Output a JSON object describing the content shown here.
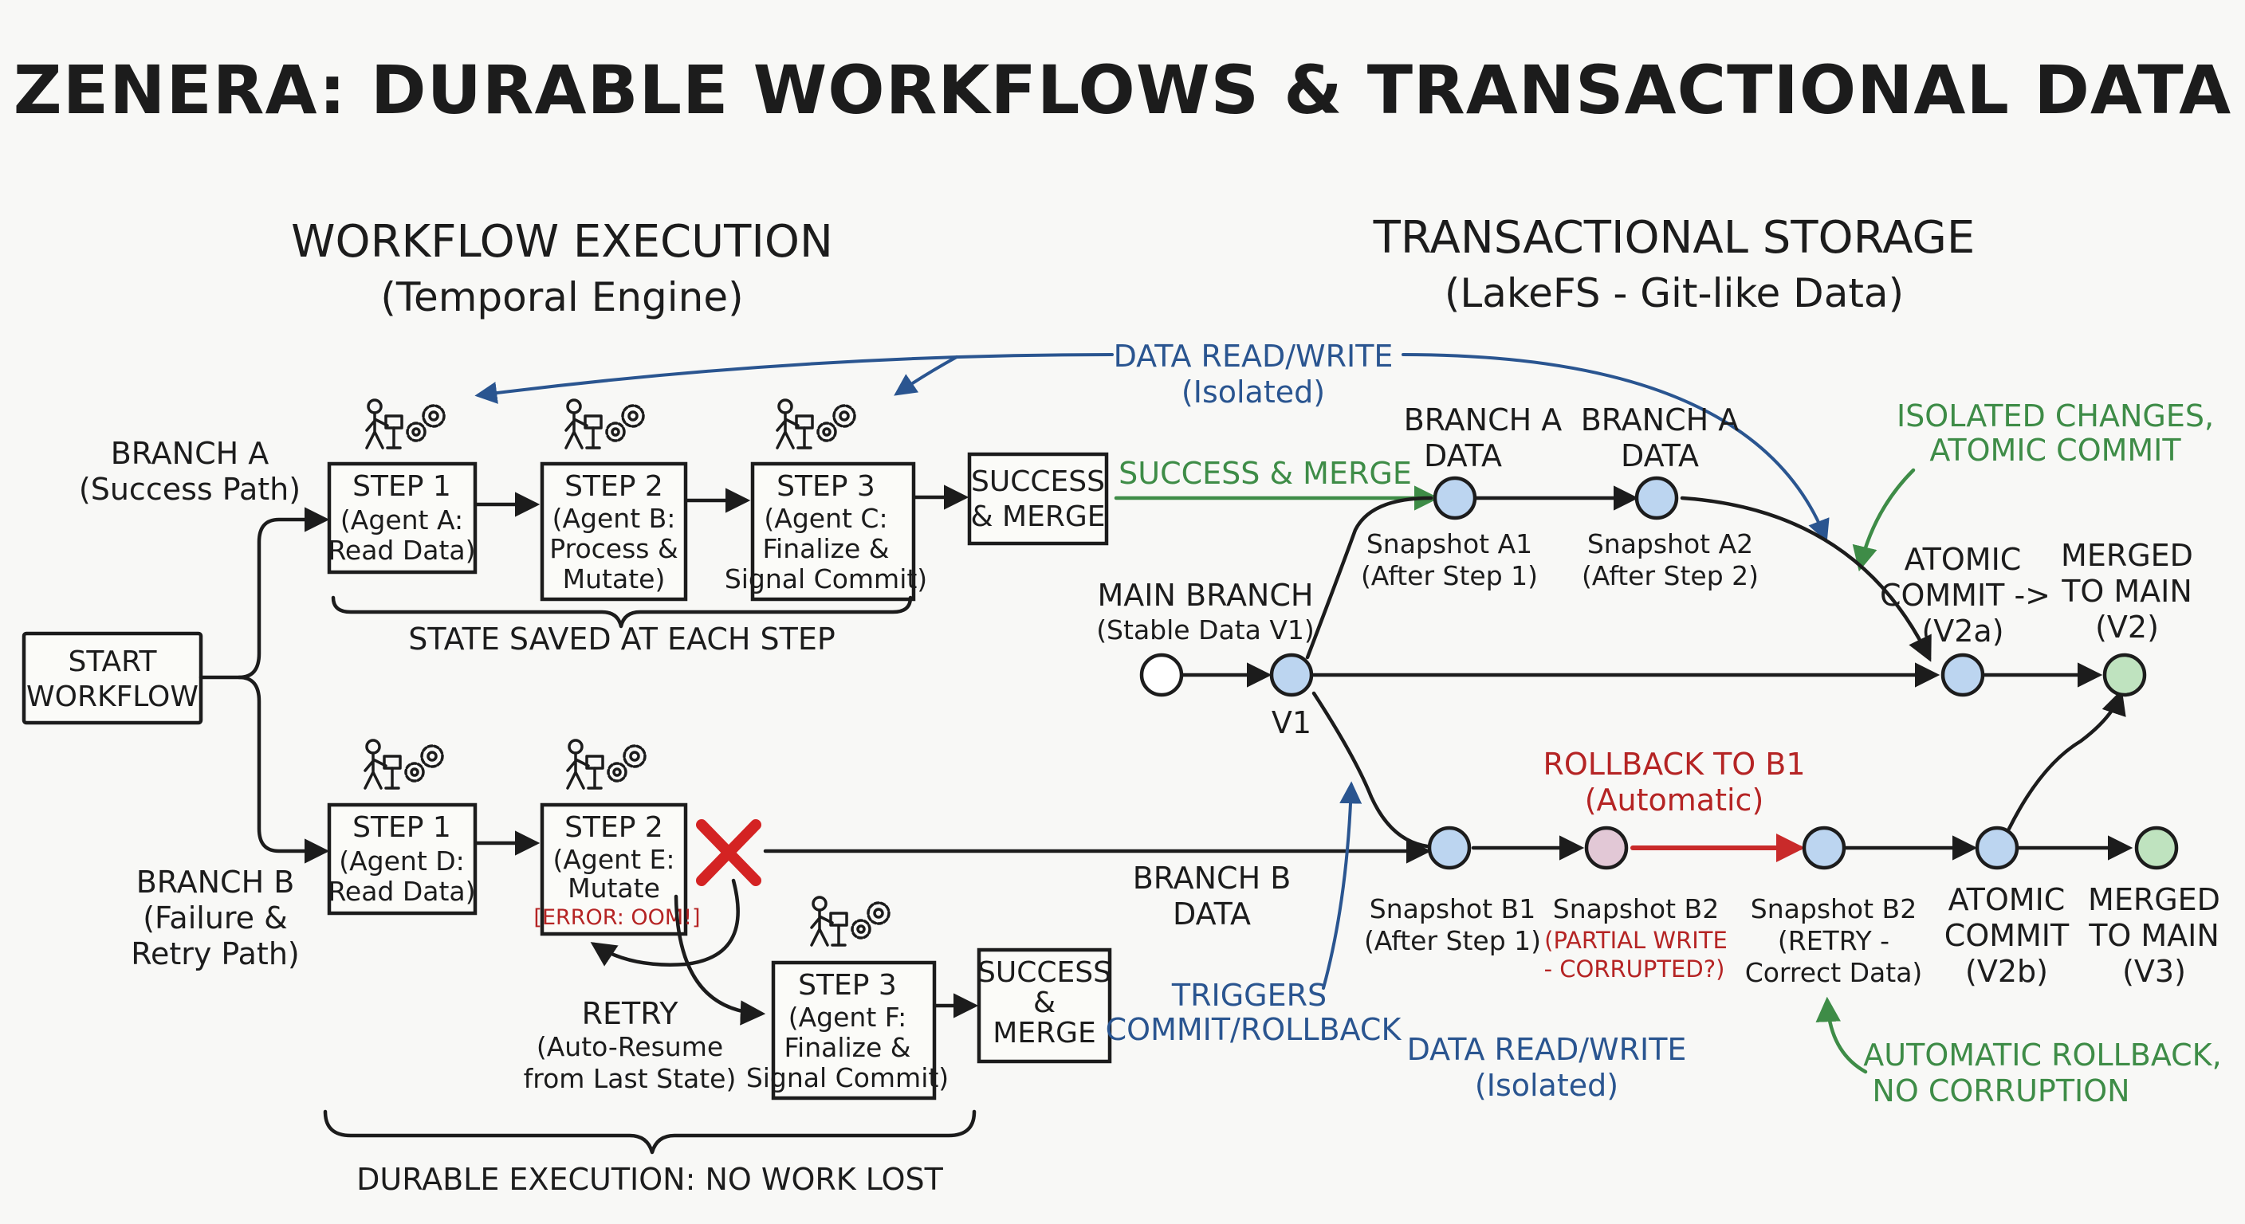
{
  "title": "ZENERA: DURABLE WORKFLOWS & TRANSACTIONAL DATA",
  "workflow": {
    "heading": "WORKFLOW EXECUTION",
    "subheading": "(Temporal Engine)",
    "start": [
      "START",
      "WORKFLOW"
    ],
    "branch_a": {
      "label": [
        "BRANCH A",
        "(Success Path)"
      ],
      "steps": [
        [
          "STEP 1",
          "(Agent A:",
          "Read Data)"
        ],
        [
          "STEP 2",
          "(Agent B:",
          "Process &",
          "Mutate)"
        ],
        [
          "STEP 3",
          "(Agent C:",
          "Finalize &",
          "Signal Commit)"
        ]
      ],
      "success": [
        "SUCCESS",
        "& MERGE"
      ],
      "brace_label": "STATE SAVED AT EACH STEP"
    },
    "branch_b": {
      "label": [
        "BRANCH B",
        "(Failure &",
        "Retry Path)"
      ],
      "step1": [
        "STEP 1",
        "(Agent D:",
        "Read Data)"
      ],
      "step2": [
        "STEP 2",
        "(Agent E:",
        "Mutate"
      ],
      "error": "[ERROR: OOM!]",
      "retry": [
        "RETRY",
        "(Auto-Resume",
        "from Last State)"
      ],
      "step3": [
        "STEP 3",
        "(Agent F:",
        "Finalize &",
        "Signal Commit)"
      ],
      "success": [
        "SUCCESS",
        "&",
        "MERGE"
      ],
      "brace_label": "DURABLE EXECUTION: NO WORK LOST"
    }
  },
  "storage": {
    "heading": "TRANSACTIONAL STORAGE",
    "subheading": "(LakeFS - Git-like Data)",
    "data_rw_top": [
      "DATA READ/WRITE",
      "(Isolated)"
    ],
    "success_merge": "SUCCESS & MERGE",
    "branch_a_data_1": [
      "BRANCH A",
      "DATA"
    ],
    "branch_a_data_2": [
      "BRANCH A",
      "DATA"
    ],
    "snapshot_a1": [
      "Snapshot A1",
      "(After Step 1)"
    ],
    "snapshot_a2": [
      "Snapshot A2",
      "(After Step 2)"
    ],
    "isolated_changes": [
      "ISOLATED CHANGES,",
      "ATOMIC COMMIT"
    ],
    "main_branch": [
      "MAIN BRANCH",
      "(Stable Data V1)"
    ],
    "v1": "V1",
    "atomic_commit_a": [
      "ATOMIC",
      "COMMIT ->",
      "(V2a)"
    ],
    "merged_main_a": [
      "MERGED",
      "TO MAIN",
      "(V2)"
    ],
    "rollback": [
      "ROLLBACK TO B1",
      "(Automatic)"
    ],
    "branch_b_data": [
      "BRANCH B",
      "DATA"
    ],
    "snapshot_b1": [
      "Snapshot B1",
      "(After Step 1)"
    ],
    "snapshot_b2": [
      "Snapshot B2",
      "(PARTIAL WRITE",
      "- CORRUPTED?)"
    ],
    "snapshot_b2_retry": [
      "Snapshot B2",
      "(RETRY -",
      "Correct Data)"
    ],
    "atomic_commit_b": [
      "ATOMIC",
      "COMMIT",
      "(V2b)"
    ],
    "merged_main_b": [
      "MERGED",
      "TO MAIN",
      "(V3)"
    ],
    "triggers": [
      "TRIGGERS",
      "COMMIT/ROLLBACK"
    ],
    "data_rw_bottom": [
      "DATA READ/WRITE",
      "(Isolated)"
    ],
    "auto_rollback": [
      "AUTOMATIC ROLLBACK,",
      "NO CORRUPTION"
    ]
  },
  "colors": {
    "blue": "#2a5590",
    "green": "#3e8c47",
    "red": "#c92a2a",
    "node_blue": "#bcd5f0",
    "node_green": "#bfe3bf"
  }
}
